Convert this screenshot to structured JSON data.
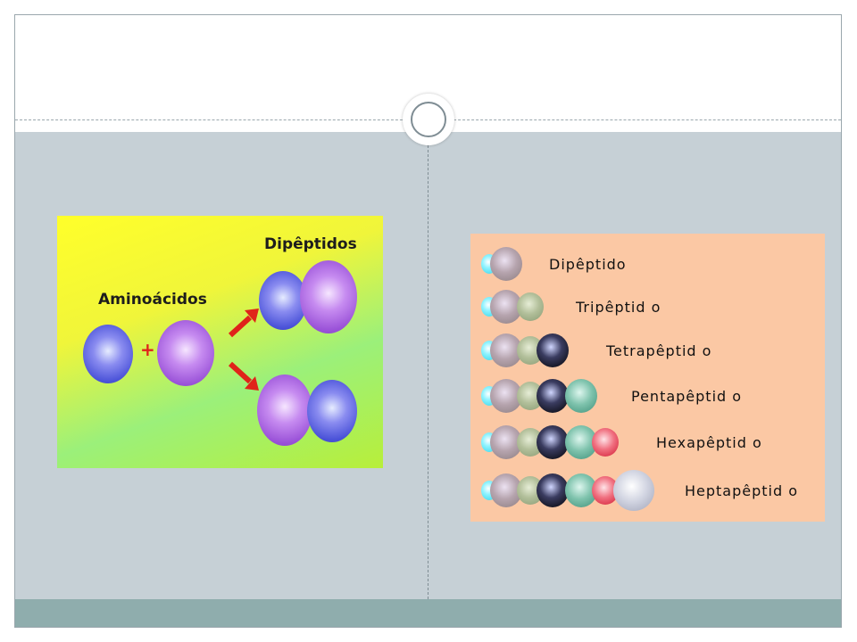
{
  "slide": {
    "title": ""
  },
  "left_diagram": {
    "heading_dipeptides": "Dipêptidos",
    "heading_aminoacids": "Aminoácidos",
    "operator": "+"
  },
  "right_diagram": {
    "chains": [
      {
        "label": "Dipêptido",
        "beads": [
          "cyan",
          "tan"
        ]
      },
      {
        "label": "Tripêptid o",
        "beads": [
          "cyan",
          "tan",
          "olive"
        ]
      },
      {
        "label": "Tetrapêptid o",
        "beads": [
          "cyan",
          "tan",
          "olive",
          "black"
        ]
      },
      {
        "label": "Pentapêptid o",
        "beads": [
          "cyan",
          "tan",
          "olive",
          "black",
          "teal"
        ]
      },
      {
        "label": "Hexapêptid o",
        "beads": [
          "cyan",
          "tan",
          "olive",
          "black",
          "teal",
          "red"
        ]
      },
      {
        "label": "Heptapêptid o",
        "beads": [
          "cyan",
          "tan",
          "olive",
          "black",
          "teal",
          "red",
          "grey"
        ]
      }
    ]
  },
  "colors": {
    "content_bg": "#c6d0d6",
    "footer_bg": "#8fadad",
    "arrow": "#e0231a"
  }
}
